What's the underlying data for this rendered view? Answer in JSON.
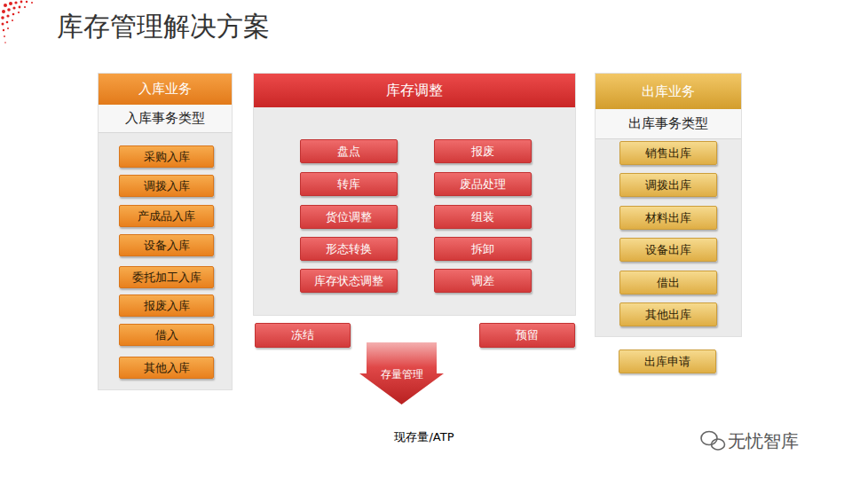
{
  "diagram": {
    "title": "库存管理解决方案",
    "nodes": [
      {
        "text": [
          "入库业务",
          "入库事务类型"
        ]
      },
      {
        "text": [
          "采购入库"
        ],
        "in": 0
      },
      {
        "text": [
          "调拨入库"
        ],
        "in": 0
      },
      {
        "text": [
          "产成品入库"
        ],
        "in": 0
      },
      {
        "text": [
          "设备入库"
        ],
        "in": 0
      },
      {
        "text": [
          "委托加工入库"
        ],
        "in": 0
      },
      {
        "text": [
          "报废入库"
        ],
        "in": 0
      },
      {
        "text": [
          "借入"
        ],
        "in": 0
      },
      {
        "text": [
          "其他入库"
        ],
        "in": 0
      },
      {
        "text": [
          "库存调整"
        ]
      },
      {
        "text": [
          "盘点"
        ],
        "in": 9
      },
      {
        "text": [
          "报废"
        ],
        "in": 9
      },
      {
        "text": [
          "转库"
        ],
        "in": 9
      },
      {
        "text": [
          "废品处理"
        ],
        "in": 9
      },
      {
        "text": [
          "货位调整"
        ],
        "in": 9
      },
      {
        "text": [
          "组装"
        ],
        "in": 9
      },
      {
        "text": [
          "形态转换"
        ],
        "in": 9
      },
      {
        "text": [
          "拆卸"
        ],
        "in": 9
      },
      {
        "text": [
          "库存状态调整"
        ],
        "in": 9
      },
      {
        "text": [
          "调差"
        ],
        "in": 9
      },
      {
        "text": [
          "出库业务",
          "出库事务类型"
        ]
      },
      {
        "text": [
          "销售出库"
        ],
        "in": 20
      },
      {
        "text": [
          "调拨出库"
        ],
        "in": 20
      },
      {
        "text": [
          "材料出库"
        ],
        "in": 20
      },
      {
        "text": [
          "设备出库"
        ],
        "in": 20
      },
      {
        "text": [
          "借出"
        ],
        "in": 20
      },
      {
        "text": [
          "其他出库"
        ],
        "in": 20
      },
      {
        "text": [
          "冻结"
        ]
      },
      {
        "text": [
          "预留"
        ]
      },
      {
        "text": [
          "出库申请"
        ]
      },
      {
        "text": [
          "存量管理"
        ]
      },
      {
        "text": [
          "现存量/ATP"
        ]
      }
    ],
    "labels": [
      "无忧智库"
    ]
  }
}
